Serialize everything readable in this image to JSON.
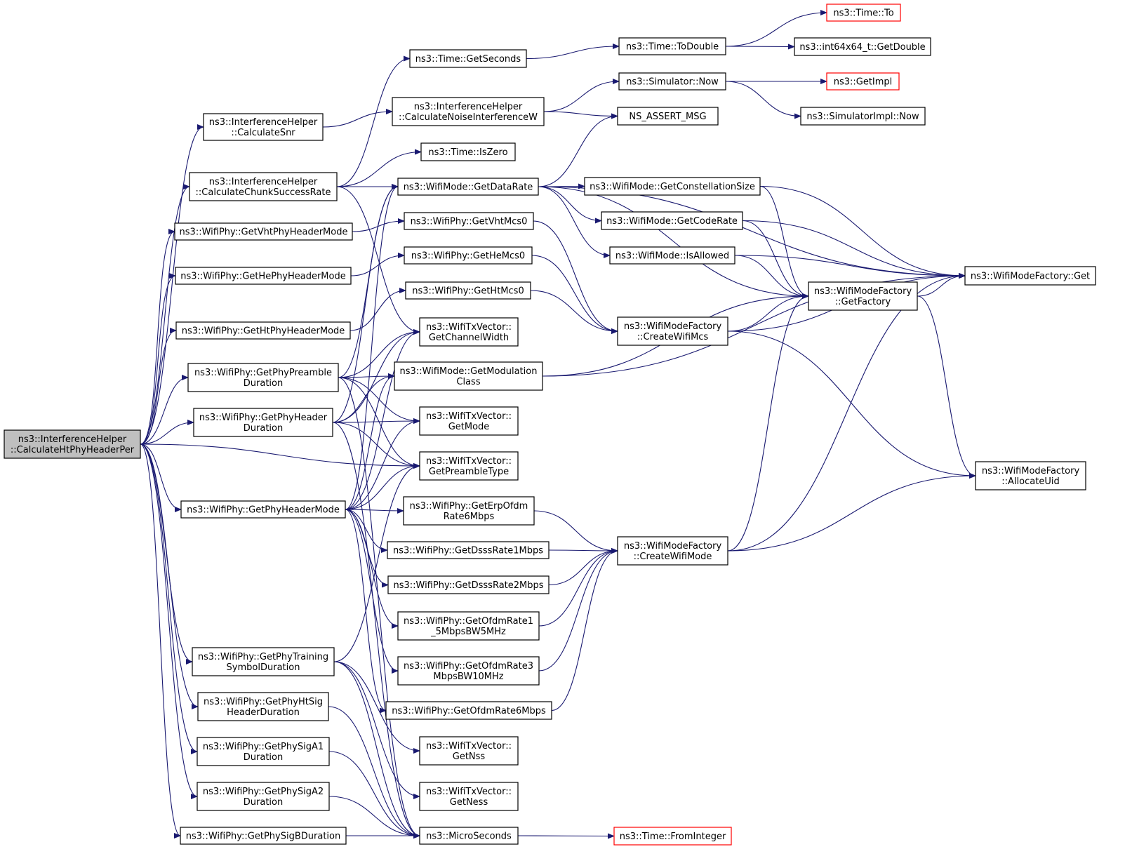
{
  "colors": {
    "edge": "#191970",
    "root_fill": "#bfbfbf",
    "node_stroke": "#000000",
    "truncated_stroke": "#ff0000"
  },
  "nodes": {
    "calcHtPhyHeaderPer": {
      "lines": [
        "ns3::InterferenceHelper",
        "::CalculateHtPhyHeaderPer"
      ]
    },
    "calcSnr": {
      "lines": [
        "ns3::InterferenceHelper",
        "::CalculateSnr"
      ]
    },
    "calcChunk": {
      "lines": [
        "ns3::InterferenceHelper",
        "::CalculateChunkSuccessRate"
      ]
    },
    "getVhtPhyHeaderMode": {
      "lines": [
        "ns3::WifiPhy::GetVhtPhyHeaderMode"
      ]
    },
    "getHePhyHeaderMode": {
      "lines": [
        "ns3::WifiPhy::GetHePhyHeaderMode"
      ]
    },
    "getHtPhyHeaderMode": {
      "lines": [
        "ns3::WifiPhy::GetHtPhyHeaderMode"
      ]
    },
    "getPhyPreambleDuration": {
      "lines": [
        "ns3::WifiPhy::GetPhyPreamble",
        "Duration"
      ]
    },
    "getPhyHeaderDuration": {
      "lines": [
        "ns3::WifiPhy::GetPhyHeader",
        "Duration"
      ]
    },
    "getPhyHeaderMode": {
      "lines": [
        "ns3::WifiPhy::GetPhyHeaderMode"
      ]
    },
    "getPhyTrainingSymbolDuration": {
      "lines": [
        "ns3::WifiPhy::GetPhyTraining",
        "SymbolDuration"
      ]
    },
    "getPhyHtSigHeaderDuration": {
      "lines": [
        "ns3::WifiPhy::GetPhyHtSig",
        "HeaderDuration"
      ]
    },
    "getPhySigA1Duration": {
      "lines": [
        "ns3::WifiPhy::GetPhySigA1",
        "Duration"
      ]
    },
    "getPhySigA2Duration": {
      "lines": [
        "ns3::WifiPhy::GetPhySigA2",
        "Duration"
      ]
    },
    "getPhySigBDuration": {
      "lines": [
        "ns3::WifiPhy::GetPhySigBDuration"
      ]
    },
    "timeGetSeconds": {
      "lines": [
        "ns3::Time::GetSeconds"
      ]
    },
    "calcNoiseInterference": {
      "lines": [
        "ns3::InterferenceHelper",
        "::CalculateNoiseInterferenceW"
      ]
    },
    "timeIsZero": {
      "lines": [
        "ns3::Time::IsZero"
      ]
    },
    "getDataRate": {
      "lines": [
        "ns3::WifiMode::GetDataRate"
      ]
    },
    "getVhtMcs0": {
      "lines": [
        "ns3::WifiPhy::GetVhtMcs0"
      ]
    },
    "getHeMcs0": {
      "lines": [
        "ns3::WifiPhy::GetHeMcs0"
      ]
    },
    "getHtMcs0": {
      "lines": [
        "ns3::WifiPhy::GetHtMcs0"
      ]
    },
    "getChannelWidth": {
      "lines": [
        "ns3::WifiTxVector::",
        "GetChannelWidth"
      ]
    },
    "getModulationClass": {
      "lines": [
        "ns3::WifiMode::GetModulation",
        "Class"
      ]
    },
    "txGetMode": {
      "lines": [
        "ns3::WifiTxVector::",
        "GetMode"
      ]
    },
    "txGetPreambleType": {
      "lines": [
        "ns3::WifiTxVector::",
        "GetPreambleType"
      ]
    },
    "getErpOfdmRate6Mbps": {
      "lines": [
        "ns3::WifiPhy::GetErpOfdm",
        "Rate6Mbps"
      ]
    },
    "getDsssRate1Mbps": {
      "lines": [
        "ns3::WifiPhy::GetDsssRate1Mbps"
      ]
    },
    "getDsssRate2Mbps": {
      "lines": [
        "ns3::WifiPhy::GetDsssRate2Mbps"
      ]
    },
    "getOfdmRate1_5": {
      "lines": [
        "ns3::WifiPhy::GetOfdmRate1",
        "_5MbpsBW5MHz"
      ]
    },
    "getOfdmRate3": {
      "lines": [
        "ns3::WifiPhy::GetOfdmRate3",
        "MbpsBW10MHz"
      ]
    },
    "getOfdmRate6Mbps": {
      "lines": [
        "ns3::WifiPhy::GetOfdmRate6Mbps"
      ]
    },
    "txGetNss": {
      "lines": [
        "ns3::WifiTxVector::",
        "GetNss"
      ]
    },
    "txGetNess": {
      "lines": [
        "ns3::WifiTxVector::",
        "GetNess"
      ]
    },
    "microSeconds": {
      "lines": [
        "ns3::MicroSeconds"
      ]
    },
    "timeToDouble": {
      "lines": [
        "ns3::Time::ToDouble"
      ]
    },
    "simulatorNow": {
      "lines": [
        "ns3::Simulator::Now"
      ]
    },
    "nsAssertMsg": {
      "lines": [
        "NS_ASSERT_MSG"
      ]
    },
    "getConstellationSize": {
      "lines": [
        "ns3::WifiMode::GetConstellationSize"
      ]
    },
    "getCodeRate": {
      "lines": [
        "ns3::WifiMode::GetCodeRate"
      ]
    },
    "isAllowed": {
      "lines": [
        "ns3::WifiMode::IsAllowed"
      ]
    },
    "createWifiMcs": {
      "lines": [
        "ns3::WifiModeFactory",
        "::CreateWifiMcs"
      ]
    },
    "createWifiMode": {
      "lines": [
        "ns3::WifiModeFactory",
        "::CreateWifiMode"
      ]
    },
    "timeFromInteger": {
      "lines": [
        "ns3::Time::FromInteger"
      ]
    },
    "timeTo": {
      "lines": [
        "ns3::Time::To"
      ]
    },
    "int64GetDouble": {
      "lines": [
        "ns3::int64x64_t::GetDouble"
      ]
    },
    "getImpl": {
      "lines": [
        "ns3::GetImpl"
      ]
    },
    "simImplNow": {
      "lines": [
        "ns3::SimulatorImpl::Now"
      ]
    },
    "getFactory": {
      "lines": [
        "ns3::WifiModeFactory",
        "::GetFactory"
      ]
    },
    "factoryGet": {
      "lines": [
        "ns3::WifiModeFactory::Get"
      ]
    },
    "allocateUid": {
      "lines": [
        "ns3::WifiModeFactory",
        "::AllocateUid"
      ]
    }
  },
  "edges": [
    [
      "calcHtPhyHeaderPer",
      "calcSnr"
    ],
    [
      "calcHtPhyHeaderPer",
      "calcChunk"
    ],
    [
      "calcHtPhyHeaderPer",
      "getVhtPhyHeaderMode"
    ],
    [
      "calcHtPhyHeaderPer",
      "getHePhyHeaderMode"
    ],
    [
      "calcHtPhyHeaderPer",
      "getHtPhyHeaderMode"
    ],
    [
      "calcHtPhyHeaderPer",
      "getPhyPreambleDuration"
    ],
    [
      "calcHtPhyHeaderPer",
      "getPhyHeaderDuration"
    ],
    [
      "calcHtPhyHeaderPer",
      "getPhyHeaderMode"
    ],
    [
      "calcHtPhyHeaderPer",
      "getPhyTrainingSymbolDuration"
    ],
    [
      "calcHtPhyHeaderPer",
      "getPhyHtSigHeaderDuration"
    ],
    [
      "calcHtPhyHeaderPer",
      "getPhySigA1Duration"
    ],
    [
      "calcHtPhyHeaderPer",
      "getPhySigA2Duration"
    ],
    [
      "calcHtPhyHeaderPer",
      "getPhySigBDuration"
    ],
    [
      "calcHtPhyHeaderPer",
      "txGetPreambleType"
    ],
    [
      "calcSnr",
      "calcNoiseInterference"
    ],
    [
      "calcChunk",
      "timeGetSeconds"
    ],
    [
      "calcChunk",
      "timeIsZero"
    ],
    [
      "calcChunk",
      "getDataRate"
    ],
    [
      "calcChunk",
      "getChannelWidth"
    ],
    [
      "getVhtPhyHeaderMode",
      "getVhtMcs0"
    ],
    [
      "getHePhyHeaderMode",
      "getHeMcs0"
    ],
    [
      "getHtPhyHeaderMode",
      "getHtMcs0"
    ],
    [
      "getPhyPreambleDuration",
      "getDataRate"
    ],
    [
      "getPhyPreambleDuration",
      "getChannelWidth"
    ],
    [
      "getPhyPreambleDuration",
      "getModulationClass"
    ],
    [
      "getPhyPreambleDuration",
      "txGetMode"
    ],
    [
      "getPhyPreambleDuration",
      "txGetPreambleType"
    ],
    [
      "getPhyPreambleDuration",
      "microSeconds"
    ],
    [
      "getPhyHeaderDuration",
      "getDataRate"
    ],
    [
      "getPhyHeaderDuration",
      "getChannelWidth"
    ],
    [
      "getPhyHeaderDuration",
      "getModulationClass"
    ],
    [
      "getPhyHeaderDuration",
      "txGetMode"
    ],
    [
      "getPhyHeaderDuration",
      "txGetPreambleType"
    ],
    [
      "getPhyHeaderDuration",
      "microSeconds"
    ],
    [
      "getPhyHeaderMode",
      "getDataRate"
    ],
    [
      "getPhyHeaderMode",
      "getChannelWidth"
    ],
    [
      "getPhyHeaderMode",
      "getModulationClass"
    ],
    [
      "getPhyHeaderMode",
      "txGetMode"
    ],
    [
      "getPhyHeaderMode",
      "txGetPreambleType"
    ],
    [
      "getPhyHeaderMode",
      "getErpOfdmRate6Mbps"
    ],
    [
      "getPhyHeaderMode",
      "getDsssRate1Mbps"
    ],
    [
      "getPhyHeaderMode",
      "getDsssRate2Mbps"
    ],
    [
      "getPhyHeaderMode",
      "getOfdmRate1_5"
    ],
    [
      "getPhyHeaderMode",
      "getOfdmRate3"
    ],
    [
      "getPhyHeaderMode",
      "getOfdmRate6Mbps"
    ],
    [
      "getPhyTrainingSymbolDuration",
      "txGetPreambleType"
    ],
    [
      "getPhyTrainingSymbolDuration",
      "txGetNss"
    ],
    [
      "getPhyTrainingSymbolDuration",
      "txGetNess"
    ],
    [
      "getPhyTrainingSymbolDuration",
      "microSeconds"
    ],
    [
      "getPhyHtSigHeaderDuration",
      "microSeconds"
    ],
    [
      "getPhySigA1Duration",
      "microSeconds"
    ],
    [
      "getPhySigA2Duration",
      "microSeconds"
    ],
    [
      "getPhySigBDuration",
      "microSeconds"
    ],
    [
      "timeGetSeconds",
      "timeToDouble"
    ],
    [
      "calcNoiseInterference",
      "simulatorNow"
    ],
    [
      "calcNoiseInterference",
      "nsAssertMsg"
    ],
    [
      "getDataRate",
      "nsAssertMsg"
    ],
    [
      "getDataRate",
      "getConstellationSize"
    ],
    [
      "getDataRate",
      "getCodeRate"
    ],
    [
      "getDataRate",
      "isAllowed"
    ],
    [
      "getDataRate",
      "getFactory"
    ],
    [
      "getDataRate",
      "factoryGet"
    ],
    [
      "getVhtMcs0",
      "createWifiMcs"
    ],
    [
      "getHeMcs0",
      "createWifiMcs"
    ],
    [
      "getHtMcs0",
      "createWifiMcs"
    ],
    [
      "getModulationClass",
      "getFactory"
    ],
    [
      "getModulationClass",
      "factoryGet"
    ],
    [
      "getErpOfdmRate6Mbps",
      "createWifiMode"
    ],
    [
      "getDsssRate1Mbps",
      "createWifiMode"
    ],
    [
      "getDsssRate2Mbps",
      "createWifiMode"
    ],
    [
      "getOfdmRate1_5",
      "createWifiMode"
    ],
    [
      "getOfdmRate3",
      "createWifiMode"
    ],
    [
      "getOfdmRate6Mbps",
      "createWifiMode"
    ],
    [
      "microSeconds",
      "timeFromInteger"
    ],
    [
      "timeToDouble",
      "timeTo"
    ],
    [
      "timeToDouble",
      "int64GetDouble"
    ],
    [
      "simulatorNow",
      "getImpl"
    ],
    [
      "simulatorNow",
      "simImplNow"
    ],
    [
      "getConstellationSize",
      "getFactory"
    ],
    [
      "getConstellationSize",
      "factoryGet"
    ],
    [
      "getCodeRate",
      "getFactory"
    ],
    [
      "getCodeRate",
      "factoryGet"
    ],
    [
      "isAllowed",
      "getFactory"
    ],
    [
      "isAllowed",
      "factoryGet"
    ],
    [
      "createWifiMcs",
      "getFactory"
    ],
    [
      "createWifiMcs",
      "factoryGet"
    ],
    [
      "createWifiMcs",
      "allocateUid"
    ],
    [
      "createWifiMode",
      "getFactory"
    ],
    [
      "createWifiMode",
      "factoryGet"
    ],
    [
      "createWifiMode",
      "allocateUid"
    ],
    [
      "getFactory",
      "factoryGet"
    ],
    [
      "getFactory",
      "allocateUid"
    ]
  ]
}
